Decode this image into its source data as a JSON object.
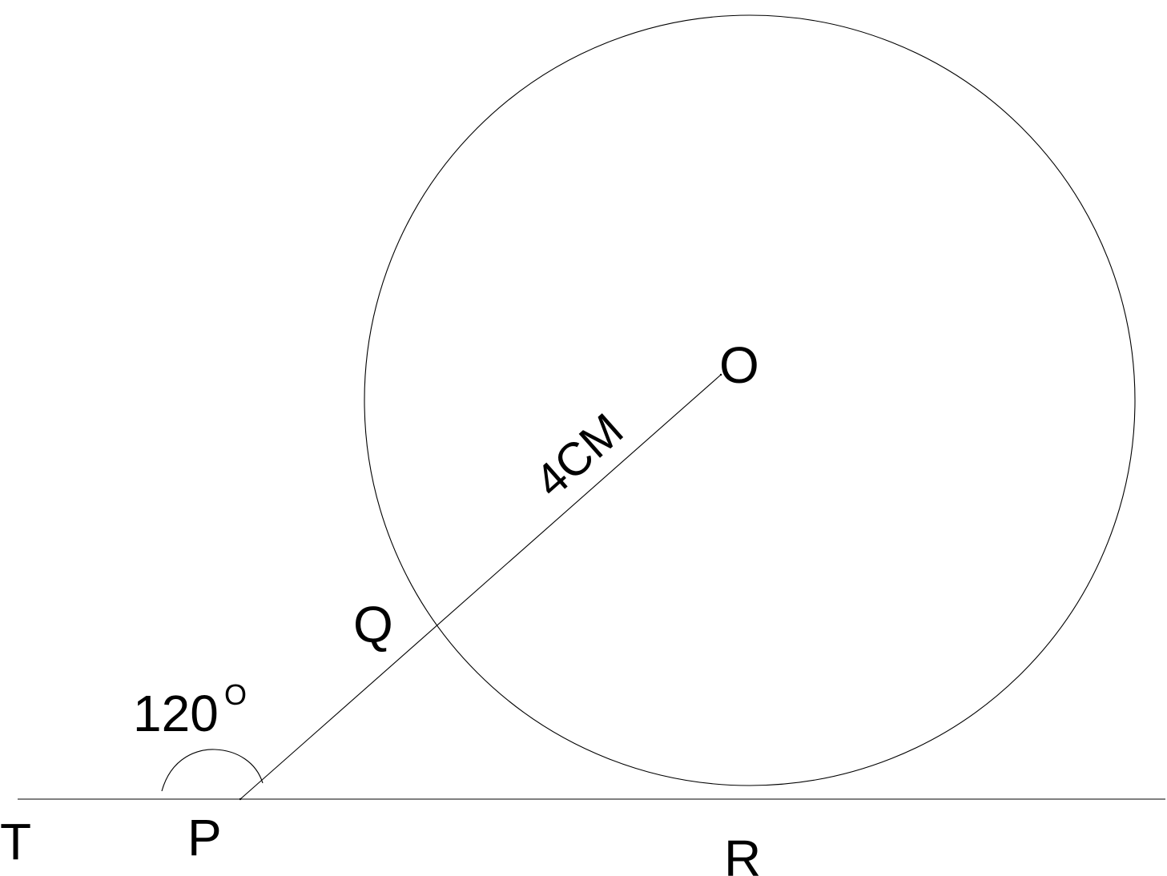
{
  "labels": {
    "center": "O",
    "intersection": "Q",
    "tangent_point": "R",
    "external_point": "P",
    "line_end": "T",
    "radius_length": "4CM",
    "angle_value": "120",
    "angle_unit": "O"
  },
  "colors": {
    "stroke": "#000000",
    "background": "#ffffff"
  }
}
